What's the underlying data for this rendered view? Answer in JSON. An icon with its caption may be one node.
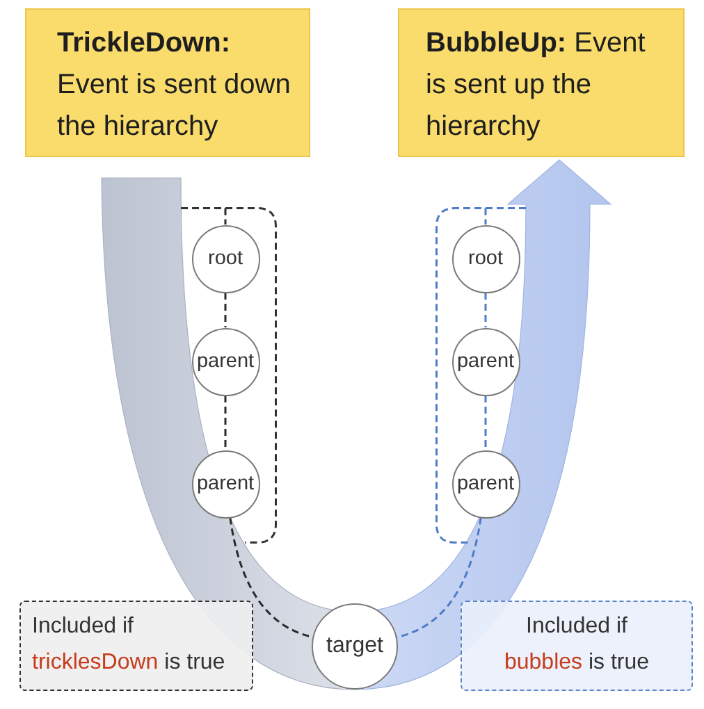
{
  "diagram": {
    "nodes": [
      {
        "text": [
          "**TrickleDown:** Event is sent down the hierarchy"
        ]
      },
      {
        "text": [
          "**BubbleUp:** Event is sent up the hierarchy"
        ]
      },
      {
        "text": [],
        "shape": "box"
      },
      {
        "text": [
          "root"
        ],
        "in": 2
      },
      {
        "text": [
          "parent"
        ],
        "in": 2
      },
      {
        "text": [
          "parent"
        ],
        "in": 2
      },
      {
        "text": [],
        "shape": "box"
      },
      {
        "text": [
          "root"
        ],
        "in": 6
      },
      {
        "text": [
          "parent"
        ],
        "in": 6
      },
      {
        "text": [
          "parent"
        ],
        "in": 6
      },
      {
        "text": [
          "target"
        ]
      },
      {
        "text": [
          "Included if **tricklesDown** is true"
        ]
      },
      {
        "text": [
          "Included if **bubbles** is true"
        ]
      }
    ],
    "edges": [
      {
        "from": 2,
        "to": 3,
        "arrow": "none",
        "style": "dashed"
      },
      {
        "from": 3,
        "to": 4,
        "arrow": "none",
        "style": "dashed"
      },
      {
        "from": 4,
        "to": 5,
        "arrow": "none",
        "style": "dashed"
      },
      {
        "from": 5,
        "to": 10,
        "arrow": "none",
        "style": "dashed"
      },
      {
        "from": 6,
        "to": 7,
        "arrow": "none",
        "style": "dashed",
        "color": "#4f7bc8"
      },
      {
        "from": 7,
        "to": 8,
        "arrow": "none",
        "style": "dashed",
        "color": "#4f7bc8"
      },
      {
        "from": 8,
        "to": 9,
        "arrow": "none",
        "style": "dashed",
        "color": "#4f7bc8"
      },
      {
        "from": 9,
        "to": 10,
        "arrow": "none",
        "style": "dashed",
        "color": "#4f7bc8"
      }
    ]
  }
}
